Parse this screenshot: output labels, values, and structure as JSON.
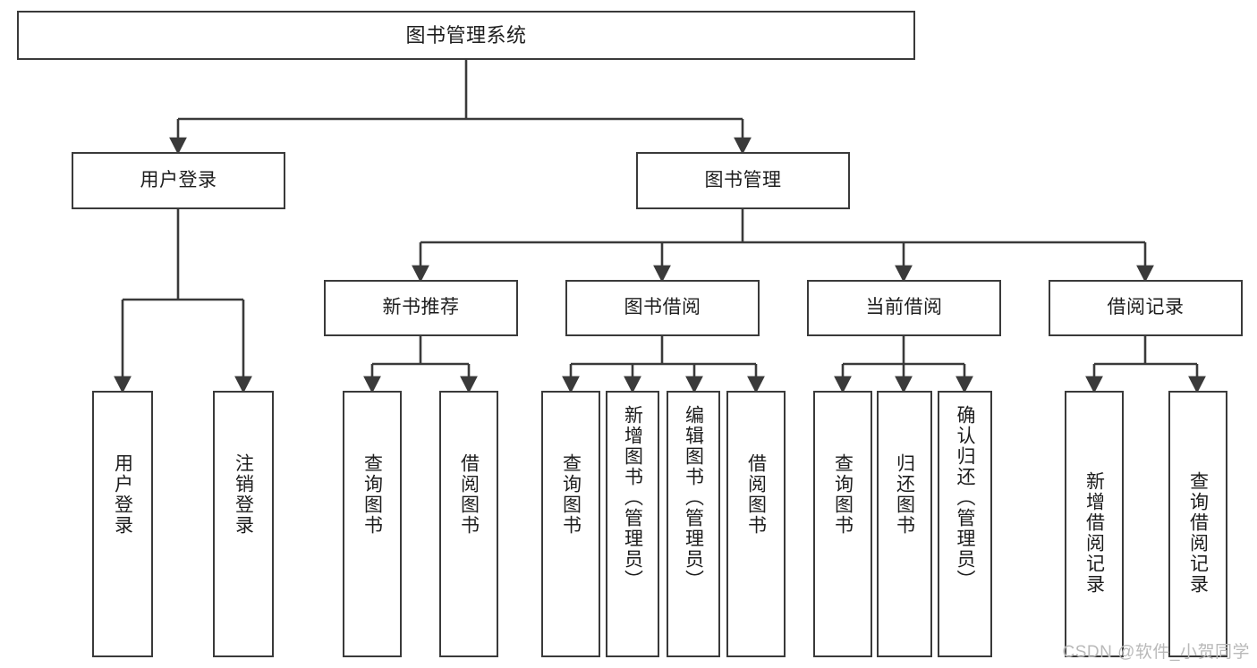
{
  "diagram": {
    "title": "图书管理系统",
    "type": "tree-hierarchy",
    "orientation": "top-down",
    "theme": {
      "background": "#ffffff",
      "box_fill": "#ffffff",
      "box_border": "#3a3a3a",
      "text_color": "#1d1d1d",
      "edge_color": "#3a3a3a",
      "watermark_color": "#b9b9b9"
    },
    "watermark": "CSDN @软件_小贺同学"
  },
  "nodes": {
    "root": {
      "label": "图书管理系统",
      "level": 1
    },
    "level2": [
      {
        "id": "user-login",
        "label": "用户登录"
      },
      {
        "id": "book-manage",
        "label": "图书管理"
      }
    ],
    "level3": [
      {
        "id": "new-book-rec",
        "label": "新书推荐",
        "parent": "book-manage"
      },
      {
        "id": "book-borrow",
        "label": "图书借阅",
        "parent": "book-manage"
      },
      {
        "id": "current-borrow",
        "label": "当前借阅",
        "parent": "book-manage"
      },
      {
        "id": "borrow-record",
        "label": "借阅记录",
        "parent": "book-manage"
      }
    ],
    "leaves": {
      "user-login": [
        {
          "id": "leaf-user-login",
          "label": "用户登录"
        },
        {
          "id": "leaf-user-logout",
          "label": "注销登录"
        }
      ],
      "new-book-rec": [
        {
          "id": "leaf-query-book-1",
          "label": "查询图书"
        },
        {
          "id": "leaf-borrow-book-1",
          "label": "借阅图书"
        }
      ],
      "book-borrow": [
        {
          "id": "leaf-query-book-2",
          "label": "查询图书"
        },
        {
          "id": "leaf-add-book",
          "label": "新增图书（管理员）"
        },
        {
          "id": "leaf-edit-book",
          "label": "编辑图书（管理员）"
        },
        {
          "id": "leaf-borrow-book-2",
          "label": "借阅图书"
        }
      ],
      "current-borrow": [
        {
          "id": "leaf-query-book-3",
          "label": "查询图书"
        },
        {
          "id": "leaf-return-book",
          "label": "归还图书"
        },
        {
          "id": "leaf-confirm-return",
          "label": "确认归还（管理员）"
        }
      ],
      "borrow-record": [
        {
          "id": "leaf-add-record",
          "label": "新增借阅记录"
        },
        {
          "id": "leaf-query-record",
          "label": "查询借阅记录"
        }
      ]
    }
  }
}
